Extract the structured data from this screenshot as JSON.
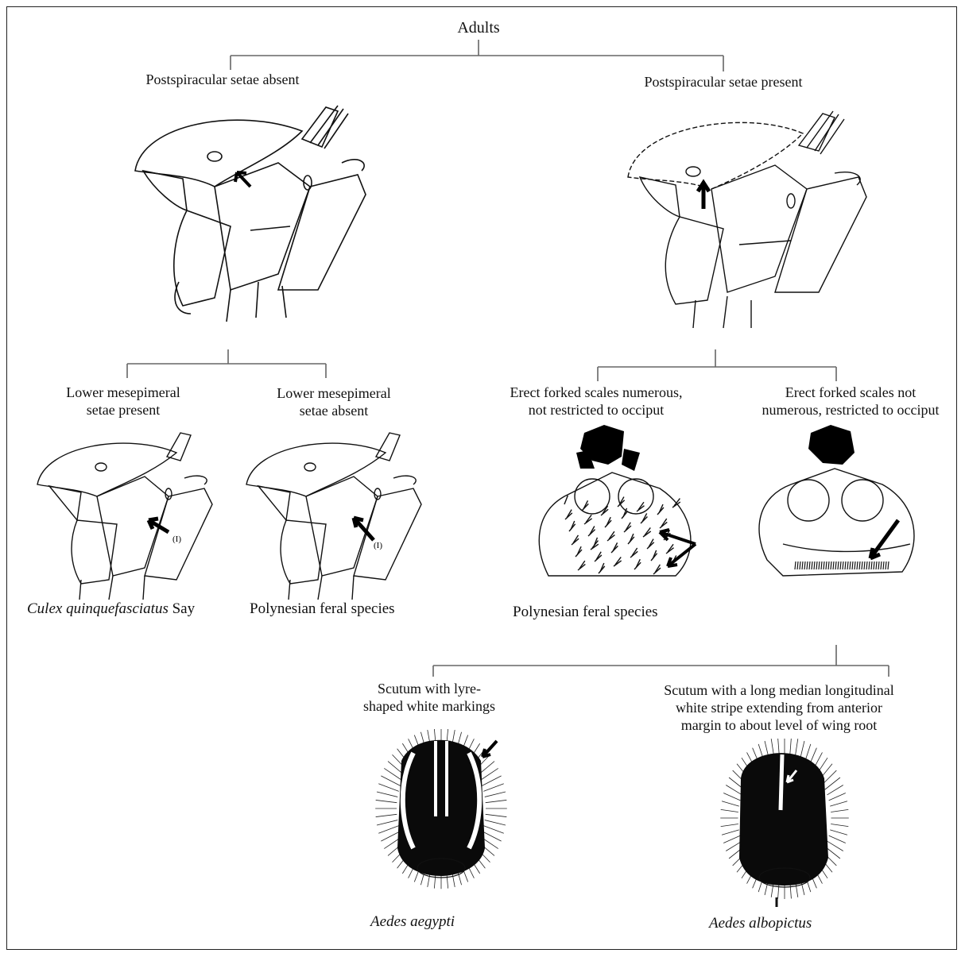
{
  "root": {
    "label": "Adults"
  },
  "branches": {
    "setae_absent": {
      "label": "Postspiracular setae absent"
    },
    "setae_present": {
      "label": "Postspiracular setae present"
    }
  },
  "subbranches": {
    "meso_present": {
      "lines": [
        "Lower mesepimeral",
        "setae present"
      ],
      "species_italic": "Culex quinquefasciatus",
      "species_rest": " Say"
    },
    "meso_absent": {
      "lines": [
        "Lower mesepimeral",
        "setae absent"
      ],
      "species": "Polynesian feral species"
    },
    "forked_numerous": {
      "lines": [
        "Erect forked scales numerous,",
        "not restricted to occiput"
      ],
      "species": "Polynesian feral species"
    },
    "forked_not_numerous": {
      "lines": [
        "Erect forked scales not",
        "numerous, restricted to occiput"
      ]
    }
  },
  "scutum": {
    "lyre": {
      "lines": [
        "Scutum with lyre-",
        "shaped white markings"
      ],
      "species": "Aedes aegypti"
    },
    "stripe": {
      "lines": [
        "Scutum with a long median longitudinal",
        "white stripe extending from anterior",
        "margin to about level of wing root"
      ],
      "species": "Aedes albopictus"
    }
  },
  "annotations": {
    "arrow_mark": "(I)"
  },
  "colors": {
    "ink": "#111111",
    "line": "#555555",
    "paper": "#ffffff"
  }
}
